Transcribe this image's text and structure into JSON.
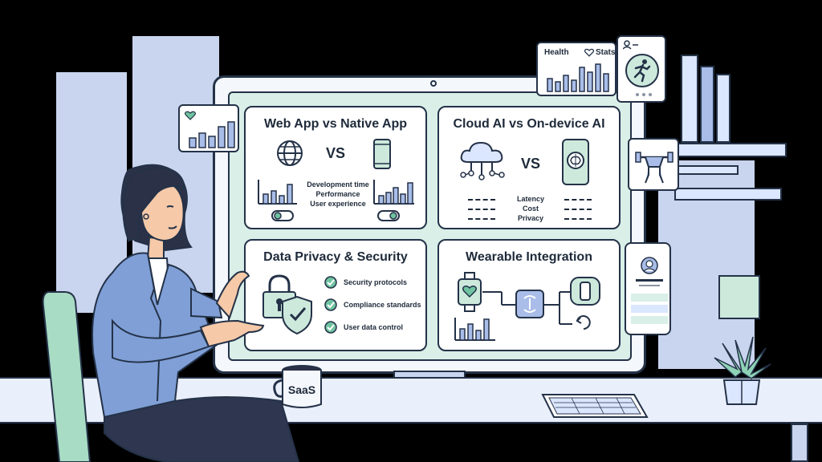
{
  "panels": {
    "web_vs_native": {
      "title": "Web App vs Native App",
      "vs": "VS",
      "labels": [
        "Development time",
        "Performance",
        "User experience"
      ]
    },
    "cloud_vs_device": {
      "title": "Cloud AI vs On-device AI",
      "vs": "VS",
      "labels": [
        "Latency",
        "Cost",
        "Privacy"
      ]
    },
    "privacy": {
      "title": "Data Privacy & Security",
      "items": [
        "Security protocols",
        "Compliance standards",
        "User data control"
      ]
    },
    "wearable": {
      "title": "Wearable Integration"
    }
  },
  "health_card": {
    "health_label": "Health",
    "stats_label": "Stats"
  },
  "mug": {
    "label": "SaaS"
  },
  "colors": {
    "background": "#000000",
    "wall_panels": "#c9d4ee",
    "monitor_screen": "#d9efe8",
    "outline": "#243248",
    "accent_green": "#6fc3a0",
    "jacket": "#7f9fd6"
  }
}
